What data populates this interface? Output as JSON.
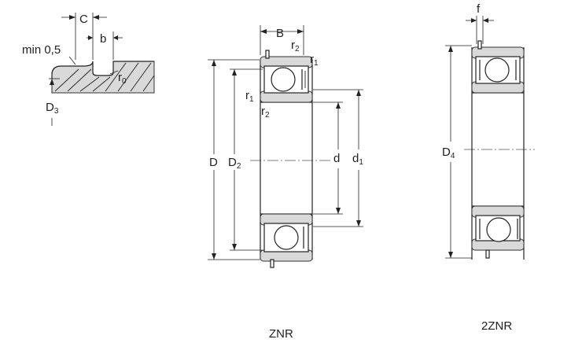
{
  "groove_detail": {
    "label_C": "C",
    "label_b": "b",
    "label_min": "min 0,5",
    "label_r0": "r",
    "label_r0_sub": "0",
    "label_D3": "D",
    "label_D3_sub": "3"
  },
  "znr": {
    "label_B": "B",
    "label_r2_top": "r",
    "label_r2_top_sub": "2",
    "label_r1_top": "r",
    "label_r1_top_sub": "1",
    "label_r1_left": "r",
    "label_r1_left_sub": "1",
    "label_r2_left": "r",
    "label_r2_left_sub": "2",
    "label_D": "D",
    "label_D2": "D",
    "label_D2_sub": "2",
    "label_d": "d",
    "label_d1": "d",
    "label_d1_sub": "1",
    "caption": "ZNR"
  },
  "zznr": {
    "label_f": "f",
    "label_D4": "D",
    "label_D4_sub": "4",
    "caption": "2ZNR"
  }
}
